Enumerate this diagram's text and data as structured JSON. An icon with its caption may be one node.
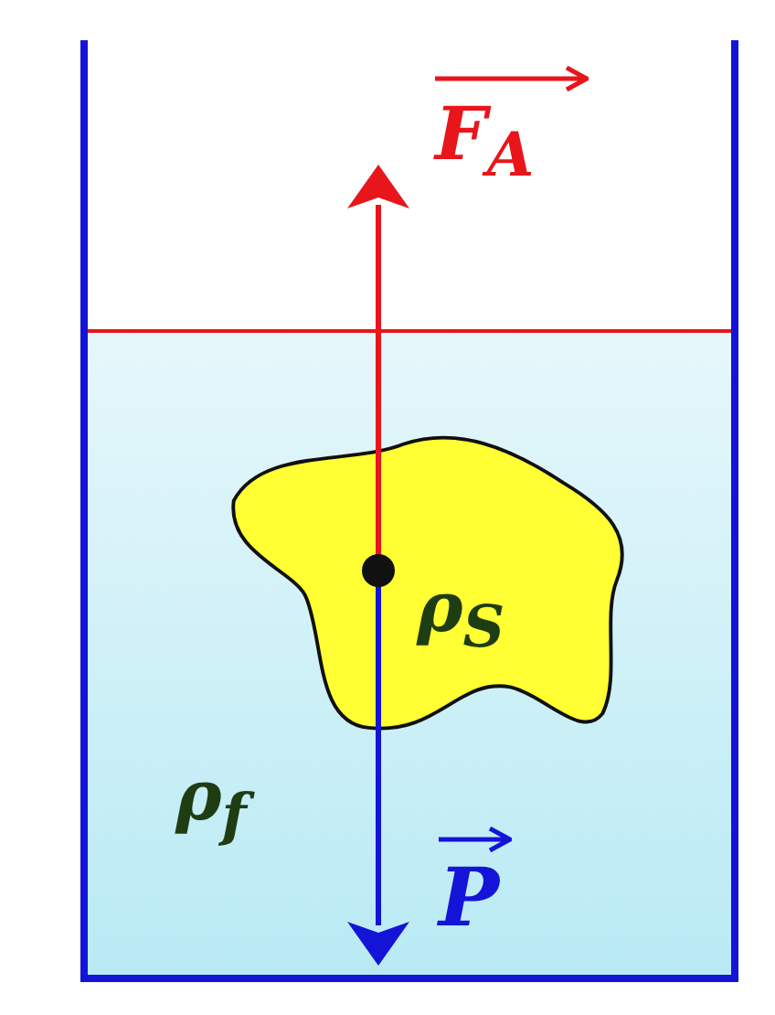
{
  "diagram": {
    "nodes": [
      {
        "text": [
          "ρ$_{f}$"
        ]
      },
      {
        "text": [
          "ρ$_{S}$"
        ],
        "in": 0
      }
    ],
    "labels": [
      "F$_{A}$",
      "P"
    ]
  }
}
